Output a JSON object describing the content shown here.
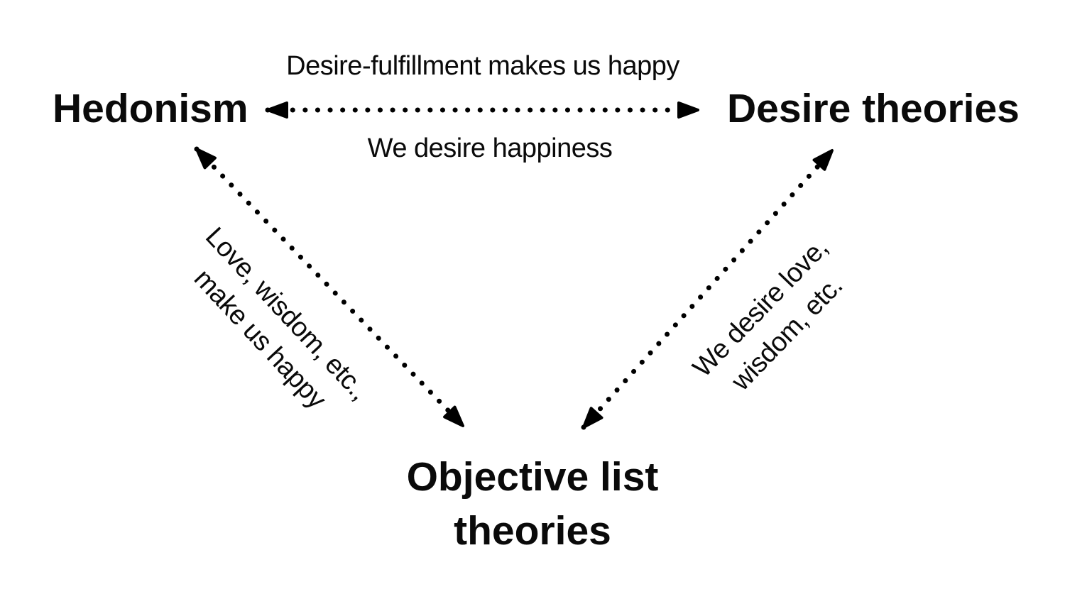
{
  "canvas": {
    "background": "#ffffff",
    "text_color": "#0a0a0a",
    "arrow_color": "#000000",
    "arrow_style": "dotted-double-headed"
  },
  "nodes": {
    "hedonism": {
      "label": "Hedonism"
    },
    "desire_theories": {
      "label": "Desire theories"
    },
    "objective_list": {
      "line1": "Objective list",
      "line2": "theories"
    }
  },
  "edges": {
    "hedonism_desire": {
      "top_label": "Desire-fulfillment makes us happy",
      "bottom_label": "We desire happiness"
    },
    "hedonism_objective": {
      "line1": "Love, wisdom, etc.,",
      "line2": "make us happy"
    },
    "objective_desire": {
      "line1": "We desire love,",
      "line2": "wisdom, etc."
    }
  }
}
